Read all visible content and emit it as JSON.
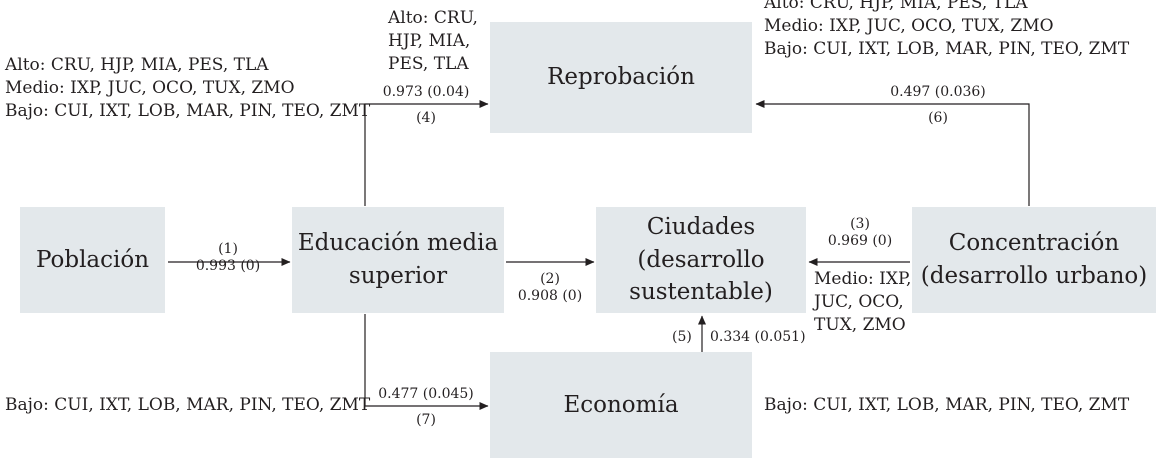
{
  "nodes": {
    "poblacion": "Población",
    "educacion": [
      "Educación media",
      "superior"
    ],
    "reprobacion": "Reprobación",
    "ciudades": [
      "Ciudades",
      "(desarrollo",
      "sustentable)"
    ],
    "concentracion": [
      "Concentración",
      "(desarrollo urbano)"
    ],
    "economia": "Economía"
  },
  "edges": {
    "e1": {
      "id": "(1)",
      "coef": "0.993 (0)"
    },
    "e2": {
      "id": "(2)",
      "coef": "0.908 (0)"
    },
    "e3": {
      "id": "(3)",
      "coef": "0.969 (0)"
    },
    "e4": {
      "id": "(4)",
      "coef": "0.973 (0.04)"
    },
    "e5": {
      "id": "(5)",
      "coef": "0.334 (0.051)"
    },
    "e6": {
      "id": "(6)",
      "coef": "0.497 (0.036)"
    },
    "e7": {
      "id": "(7)",
      "coef": "0.477 (0.045)"
    }
  },
  "groups": {
    "left_educ": {
      "alto": "Alto: CRU, HJP, MIA, PES, TLA",
      "medio": "Medio: IXP, JUC, OCO, TUX, ZMO",
      "bajo": "Bajo: CUI, IXT, LOB, MAR, PIN, TEO, ZMT"
    },
    "e4_alto": [
      "Alto: CRU,",
      "HJP, MIA,",
      "PES, TLA"
    ],
    "top_right": {
      "alto": "Alto: CRU, HJP, MIA, PES, TLA",
      "medio": "Medio: IXP, JUC, OCO, TUX, ZMO",
      "bajo": "Bajo: CUI, IXT, LOB, MAR, PIN, TEO, ZMT"
    },
    "e3_medio": [
      "Medio: IXP,",
      "JUC, OCO,",
      "TUX, ZMO"
    ],
    "econ_left": "Bajo:  CUI, IXT, LOB, MAR, PIN, TEO, ZMT",
    "econ_right": "Bajo: CUI, IXT, LOB, MAR, PIN, TEO, ZMT"
  }
}
